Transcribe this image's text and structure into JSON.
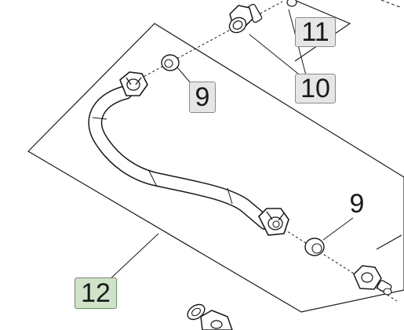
{
  "callouts": {
    "c11": "11",
    "c10": "10",
    "c9_top": "9",
    "c9_right": "9",
    "c12": "12"
  },
  "colors": {
    "line": "#1a1a1a",
    "callout_fill": "#e6e6e6",
    "callout_highlight_fill": "#cfe3c9"
  }
}
